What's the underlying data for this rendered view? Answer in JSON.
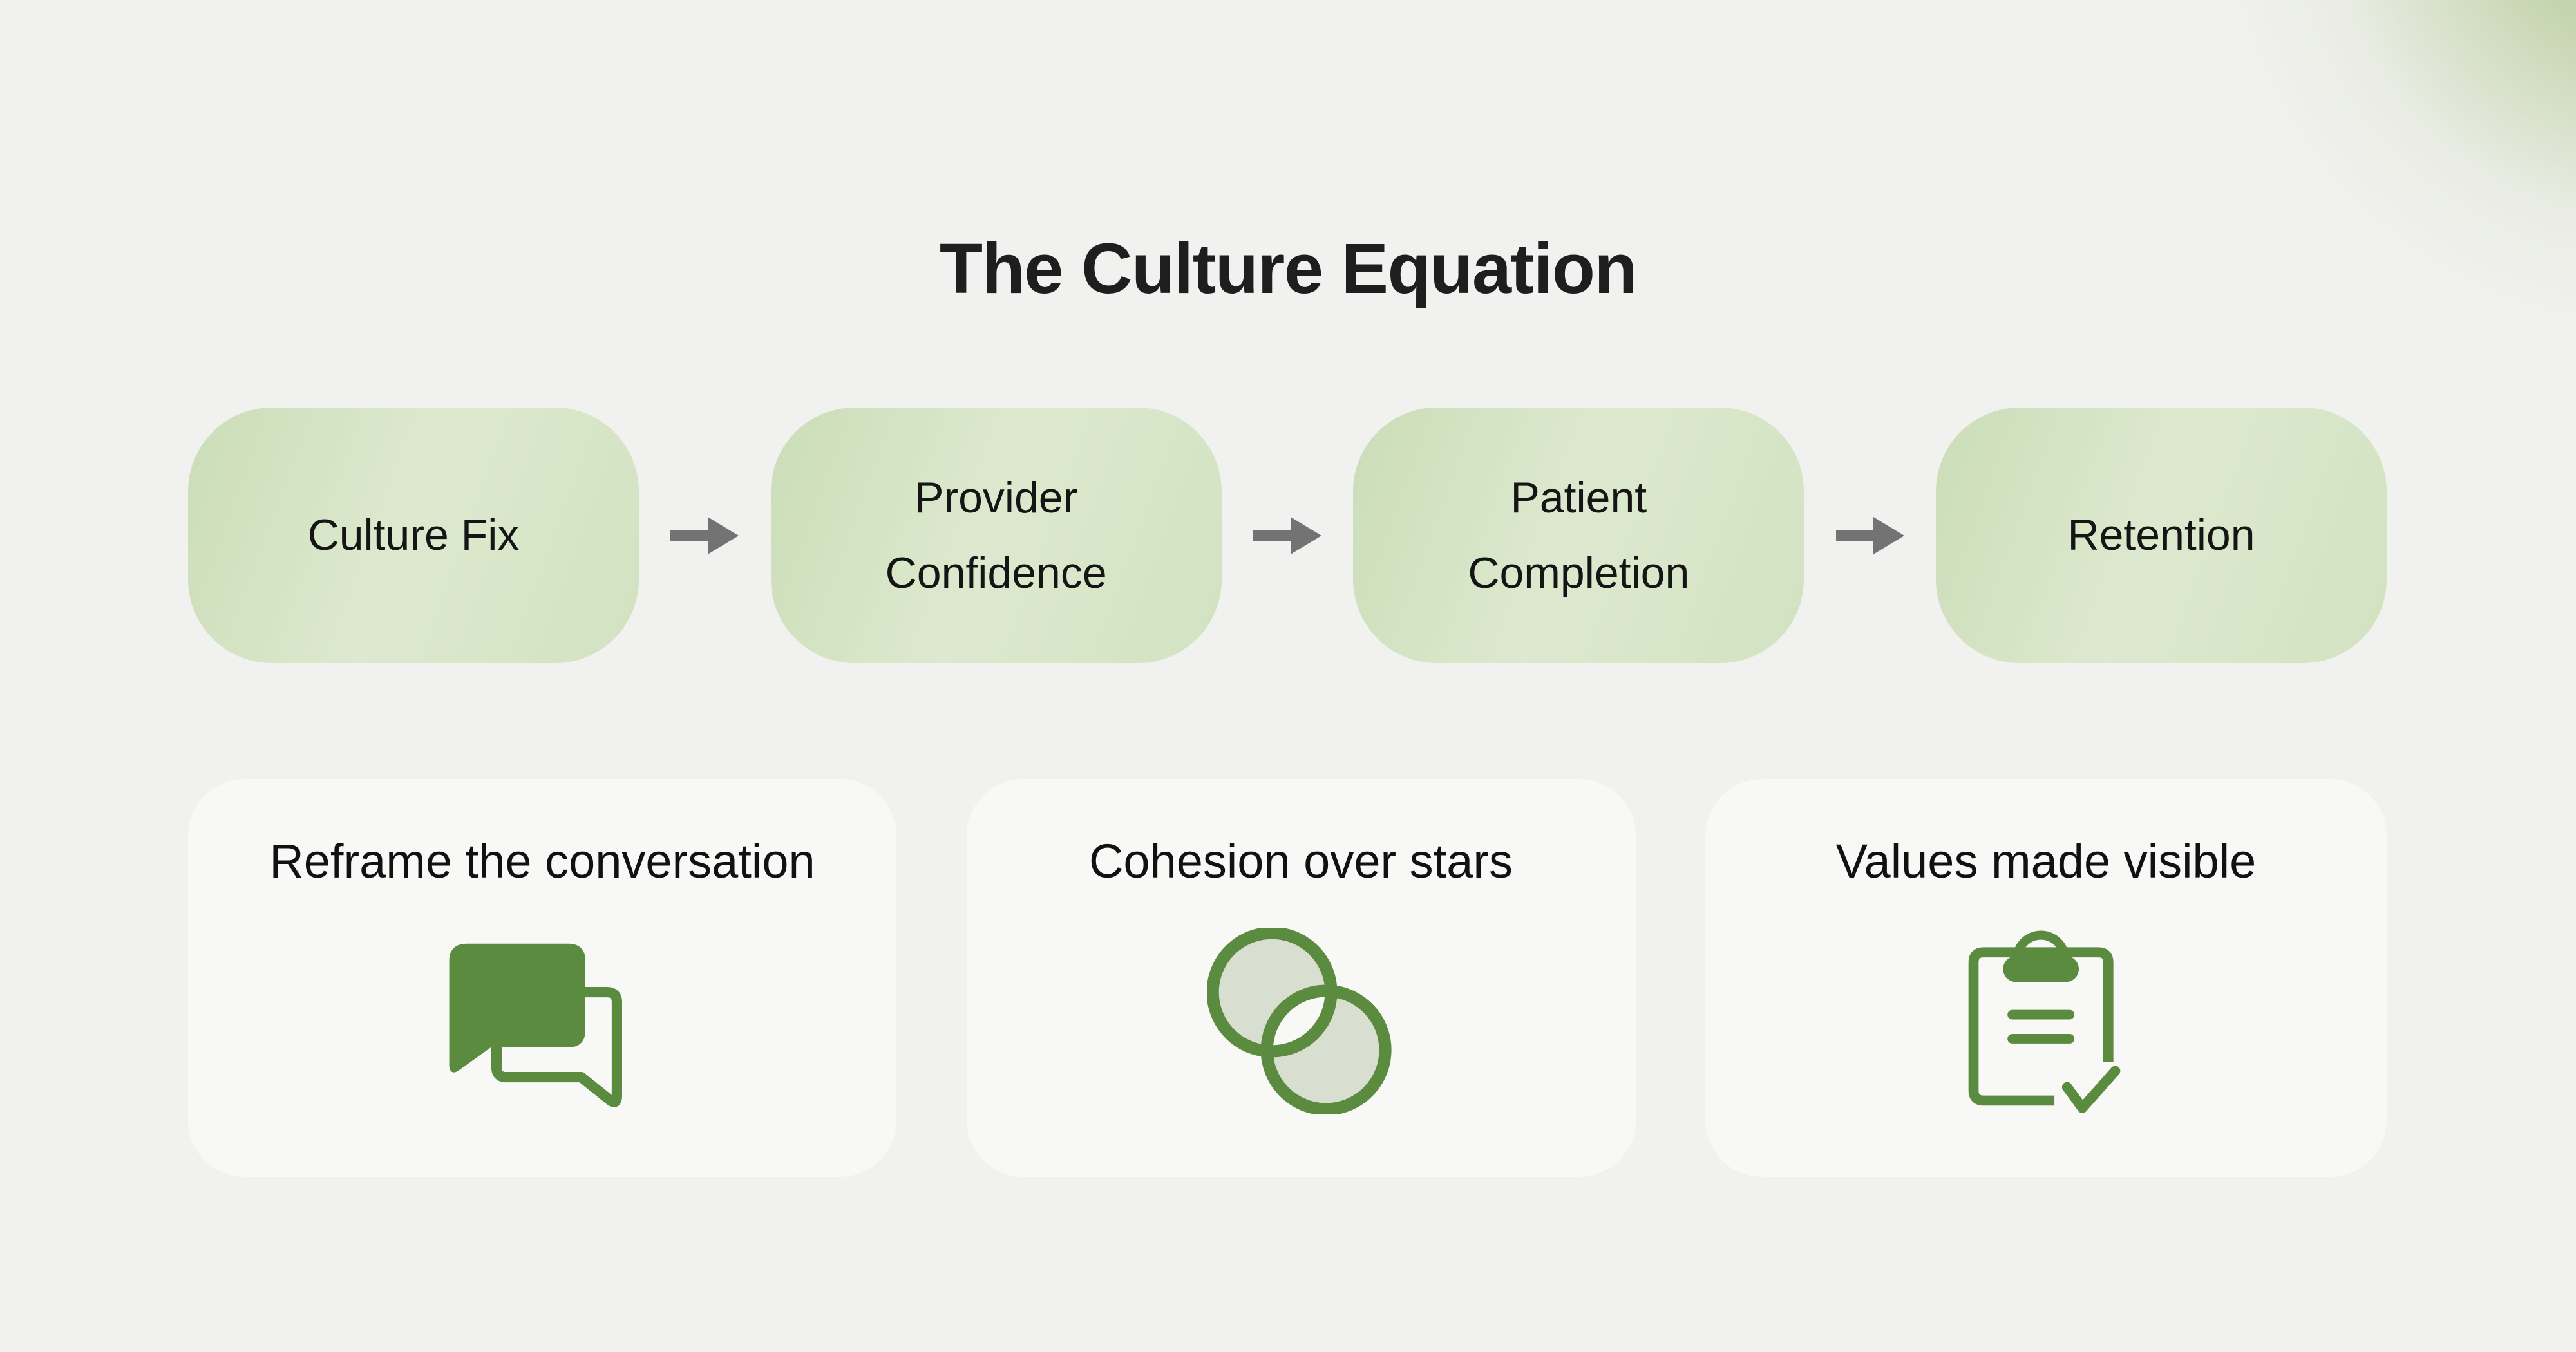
{
  "header": {
    "title": "The Culture Equation"
  },
  "flow": {
    "steps": [
      {
        "label": "Culture Fix"
      },
      {
        "label": "Provider Confidence"
      },
      {
        "label": "Patient Completion"
      },
      {
        "label": "Retention"
      }
    ]
  },
  "cards": [
    {
      "title": "Reframe the conversation",
      "icon": "chat-bubbles-icon"
    },
    {
      "title": "Cohesion over stars",
      "icon": "overlapping-circles-icon"
    },
    {
      "title": "Values made visible",
      "icon": "clipboard-check-icon"
    }
  ],
  "colors": {
    "background": "#f1f1f0",
    "corner_glow_green": "#aac489",
    "flow_box_gradient_start": "#cbddb8",
    "flow_box_gradient_mid": "#dde9cf",
    "flow_box_gradient_end": "#d2e2c1",
    "card_background": "#f8f8f7",
    "icon_green": "#5a8b3e",
    "icon_fill_light": "#d8dfd0",
    "arrow_gray": "#737373",
    "title_text": "#1e1e1e",
    "flow_text": "#151515",
    "card_text": "#111111"
  }
}
